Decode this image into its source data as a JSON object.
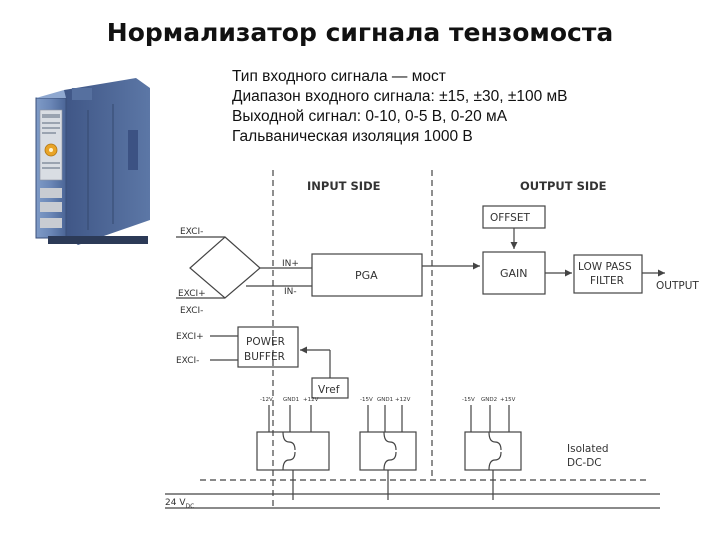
{
  "slide": {
    "title": "Нормализатор сигнала тензомоста",
    "specs": [
      "Тип входного сигнала — мост",
      "Диапазон входного сигнала: ±15, ±30, ±100 мВ",
      "Выходной сигнал: 0-10, 0-5 В, 0-20 мА",
      "Гальваническая изоляция 1000 В"
    ]
  },
  "diagram": {
    "input_side": "INPUT SIDE",
    "output_side": "OUTPUT SIDE",
    "blocks": {
      "pga": "PGA",
      "offset": "OFFSET",
      "gain": "GAIN",
      "lowpass_line1": "LOW PASS",
      "lowpass_line2": "FILTER",
      "power_line1": "POWER",
      "power_line2": "BUFFER",
      "vref": "Vref"
    },
    "labels": {
      "exci_minus_top": "EXCI-",
      "exci_plus_bottom": "EXCI+",
      "exci_minus_bottom": "EXCI-",
      "exci_plus_buffer": "EXCI+",
      "exci_minus_buffer": "EXCI-",
      "in_plus": "IN+",
      "in_minus": "IN-",
      "output": "OUTPUT",
      "isolated": "Isolated",
      "dcdc": "DC-DC",
      "supply": "24 V",
      "supply_sub": "DC"
    },
    "rails": {
      "left": [
        "-12V",
        "GND1",
        "+12V"
      ],
      "middle": [
        "-15V",
        "GND1",
        "+12V"
      ],
      "right": [
        "-15V",
        "GND2",
        "+15V"
      ]
    }
  }
}
